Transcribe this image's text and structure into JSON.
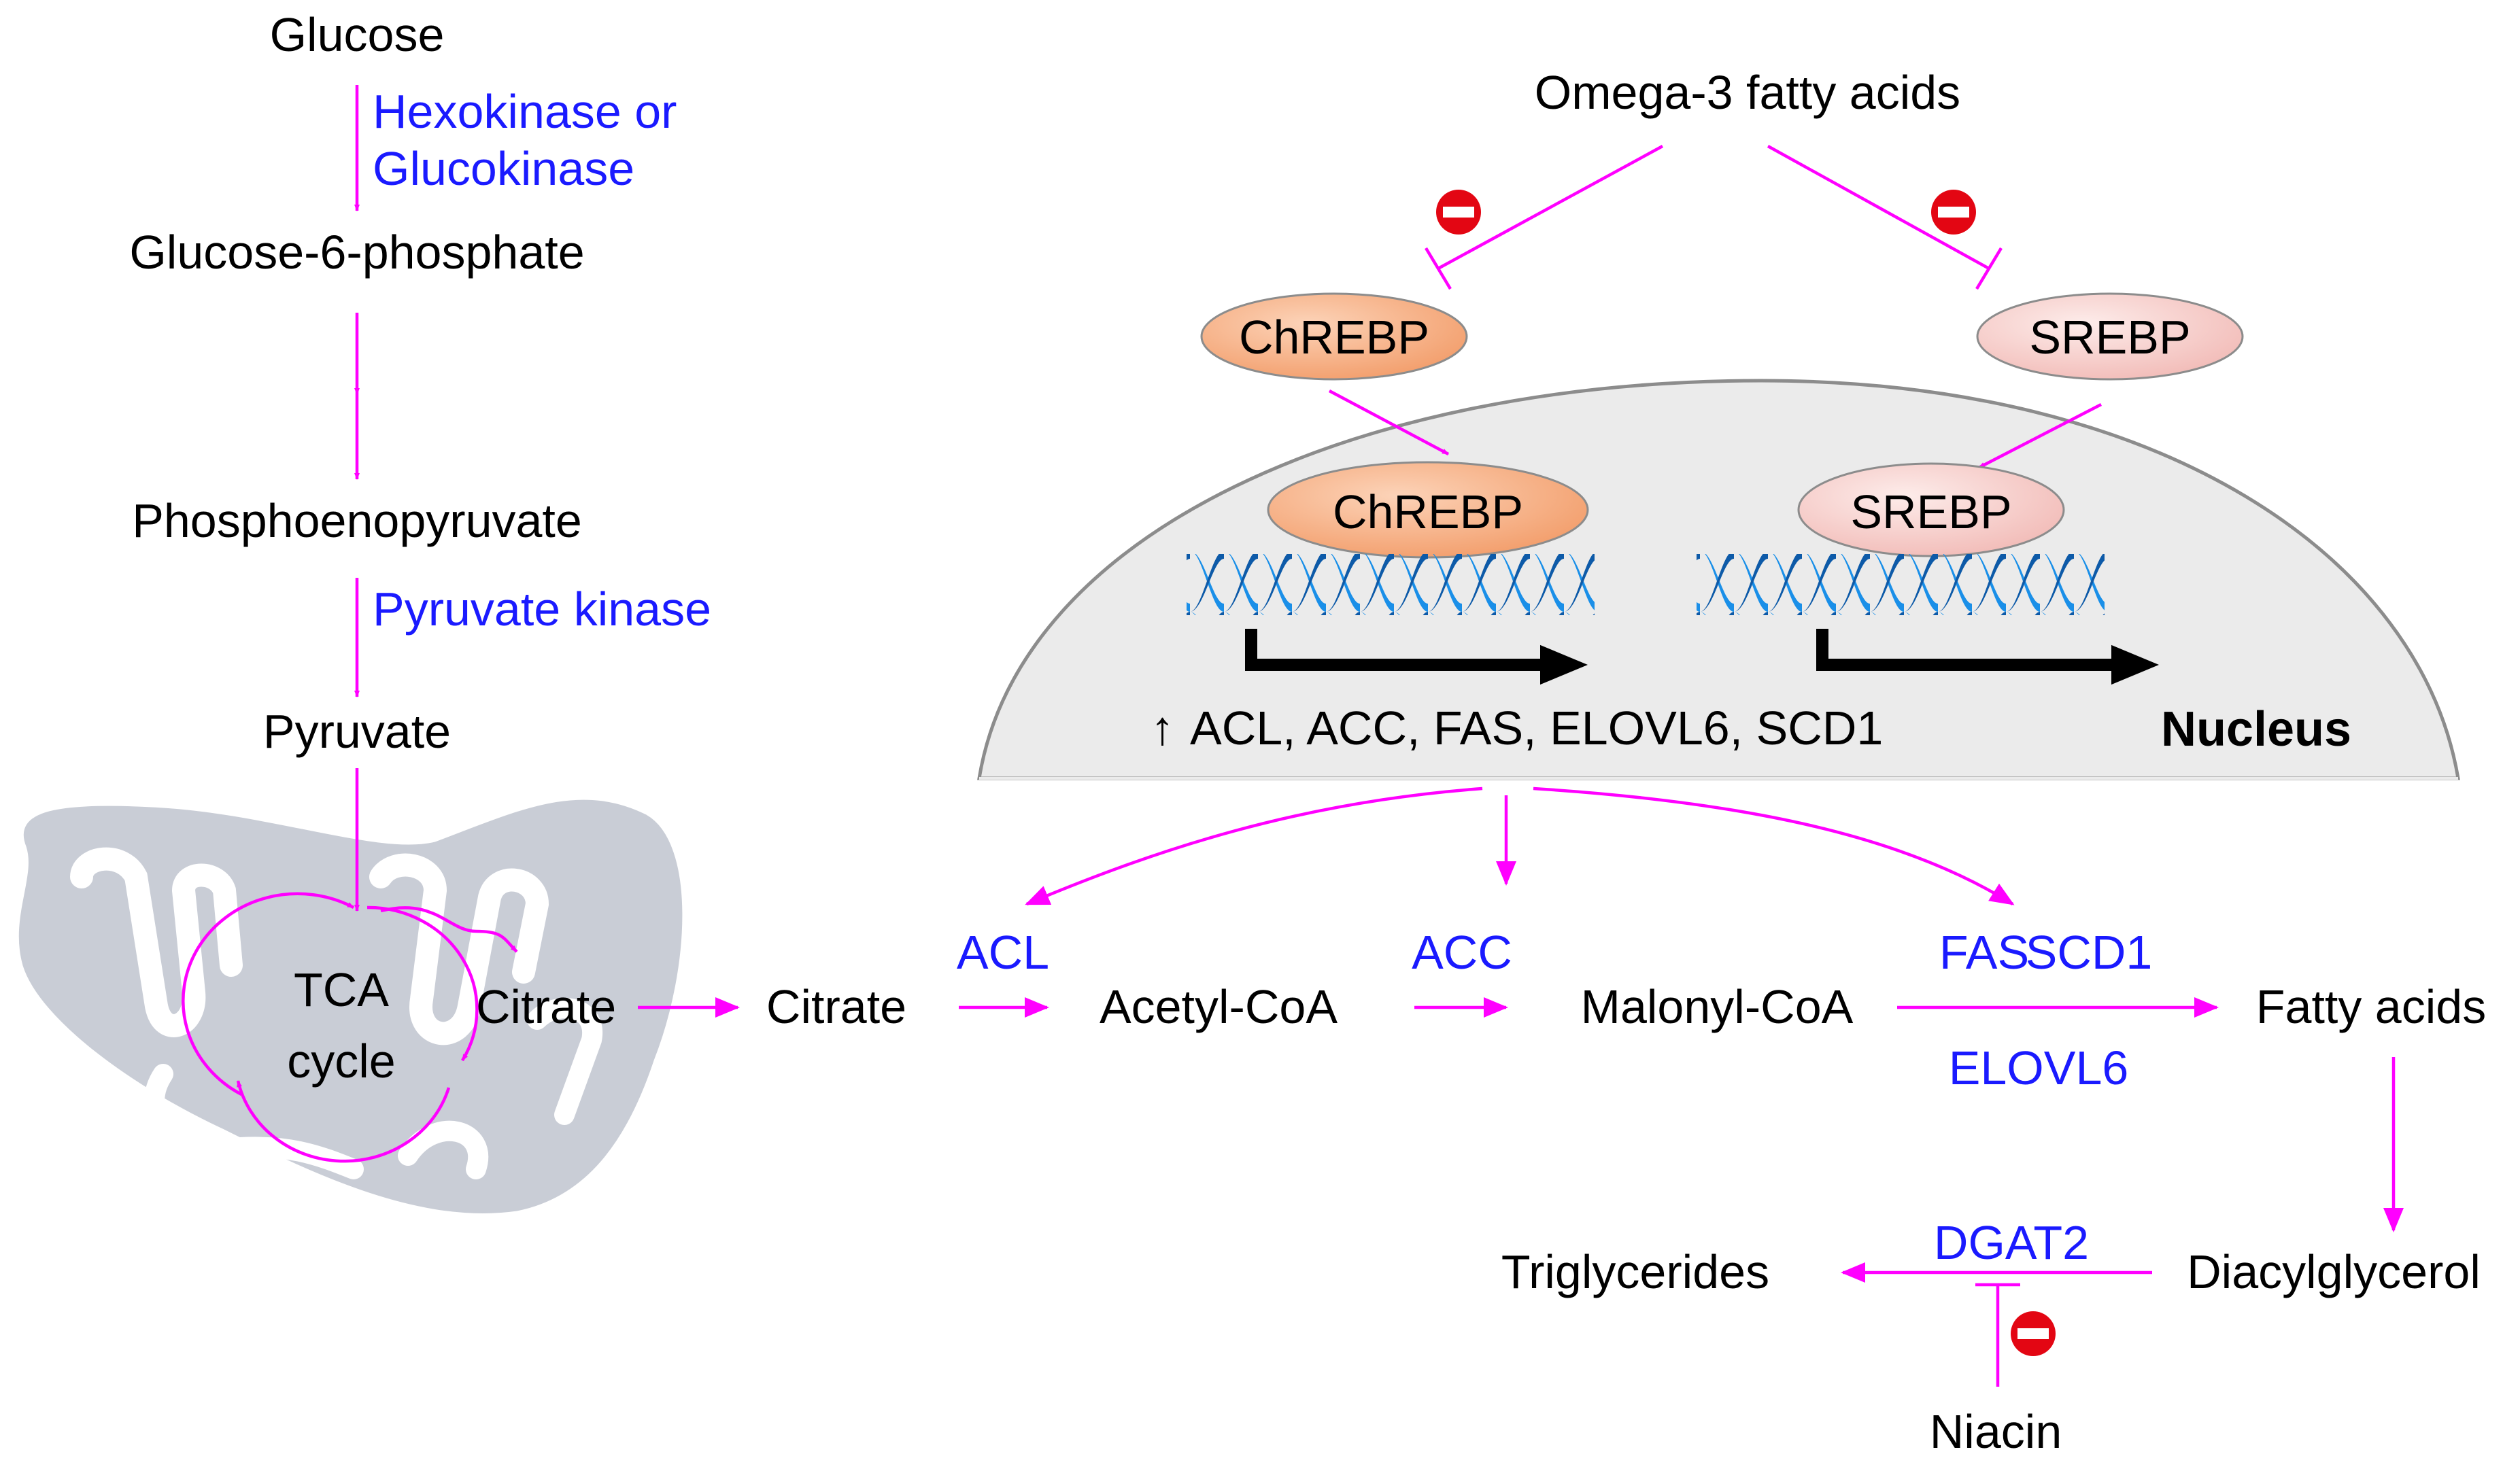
{
  "colors": {
    "pathway": "#ff00ff",
    "enzyme": "#1a1aff",
    "chrebp_fill": "#f7a87a",
    "srebp_fill": "#f6c9c6",
    "nucleus_fill": "#ebebeb",
    "mito_fill": "#c9cdd6",
    "dna_blue": "#1f7ed6",
    "inhibit_red": "#e30613"
  },
  "glycolysis": {
    "glucose": "Glucose",
    "enzyme1": "Hexokinase or",
    "enzyme1b": "Glucokinase",
    "g6p": "Glucose-6-phosphate",
    "pep": "Phosphoenopyruvate",
    "enzyme2": "Pyruvate kinase",
    "pyruvate": "Pyruvate"
  },
  "mitochondrion": {
    "tca_line1": "TCA",
    "tca_line2": "cycle",
    "citrate_inside": "Citrate"
  },
  "regulation": {
    "omega3": "Omega-3 fatty acids",
    "chrebp": "ChREBP",
    "srebp": "SREBP",
    "genes": "ACL, ACC, FAS, ELOVL6, SCD1",
    "up_arrow": "↑",
    "nucleus": "Nucleus"
  },
  "lipogenesis": {
    "citrate": "Citrate",
    "acl": "ACL",
    "acetyl_coa": "Acetyl-CoA",
    "acc": "ACC",
    "malonyl_coa": "Malonyl-CoA",
    "fas": "FAS",
    "scd1": "SCD1",
    "elovl6": "ELOVL6",
    "fatty_acids": "Fatty acids",
    "diacylglycerol": "Diacylglycerol",
    "dgat2": "DGAT2",
    "triglycerides": "Triglycerides",
    "niacin": "Niacin"
  }
}
